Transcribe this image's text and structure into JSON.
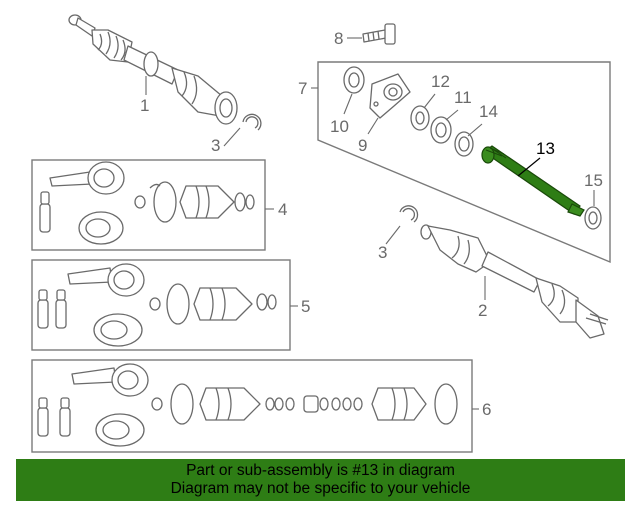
{
  "callouts": {
    "c1": "1",
    "c2": "2",
    "c3a": "3",
    "c3b": "3",
    "c4": "4",
    "c5": "5",
    "c6": "6",
    "c7": "7",
    "c8": "8",
    "c9": "9",
    "c10": "10",
    "c11": "11",
    "c12": "12",
    "c13": "13",
    "c14": "14",
    "c15": "15"
  },
  "highlight": {
    "part_number": "13",
    "color": "#2e7d15"
  },
  "banner": {
    "line1": "Part or sub-assembly is #13 in diagram",
    "line2": "Diagram may not be specific to your vehicle",
    "background": "#2e7d15"
  }
}
